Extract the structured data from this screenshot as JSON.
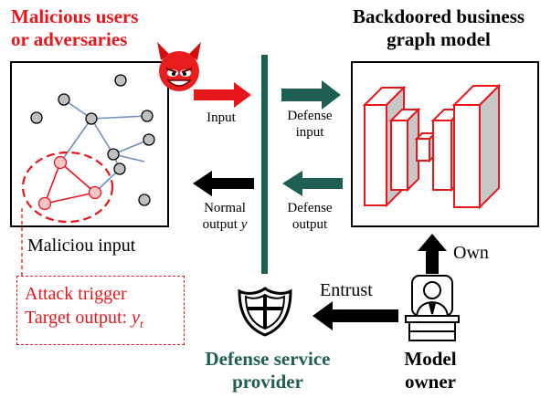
{
  "labels": {
    "adversaries_line1": "Malicious users",
    "adversaries_line2": "or adversaries",
    "model_line1": "Backdoored business",
    "model_line2": "graph model",
    "input": "Input",
    "defense_input_line1": "Defense",
    "defense_input_line2": "input",
    "normal_output_line1": "Normal",
    "normal_output_line2": "output",
    "normal_output_var": "y",
    "defense_output_line1": "Defense",
    "defense_output_line2": "output",
    "malicious_input": "Maliciou input",
    "own": "Own",
    "entrust": "Entrust",
    "trigger_line1": "Attack trigger",
    "trigger_line2": "Target output: ",
    "trigger_var": "y",
    "trigger_sub": "t",
    "provider_line1": "Defense service",
    "provider_line2": "provider",
    "owner_line1": "Model",
    "owner_line2": "owner"
  },
  "colors": {
    "red": "#e8161b",
    "teal": "#1e5e55",
    "black": "#000000",
    "node_gray": "#c0c0c0",
    "edge_blue": "#6f8fbf",
    "trigger_node": "#f9c4c6",
    "block_gray": "#c8c8c8"
  },
  "icons": {
    "adversary": "devil-face-icon",
    "provider": "shield-icon",
    "owner": "businessman-icon"
  }
}
